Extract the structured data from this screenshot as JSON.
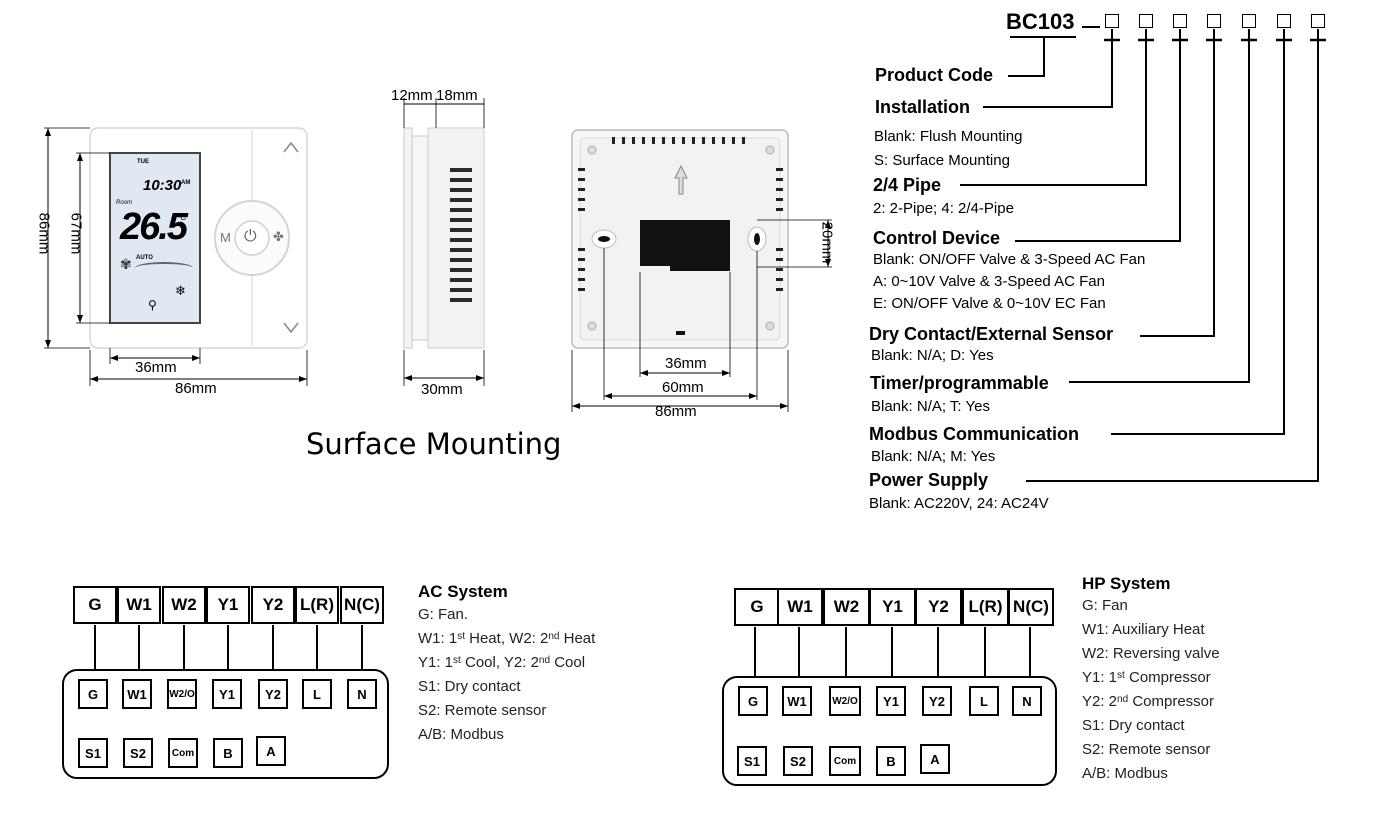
{
  "dimensions": {
    "front_height": "86mm",
    "front_screen_height": "67mm",
    "front_screen_width": "36mm",
    "front_width": "86mm",
    "side_depth_a": "12mm",
    "side_depth_b": "18mm",
    "side_depth_total": "30mm",
    "back_hole_height": "20mm",
    "back_inner_width": "36mm",
    "back_hole_spacing": "60mm",
    "back_width": "86mm"
  },
  "caption": "Surface Mounting",
  "display": {
    "day": "TUE",
    "time": "10:30",
    "ampm": "AM",
    "room_label": "Room",
    "temperature": "26.5",
    "unit": "°C",
    "mode": "AUTO",
    "btn_m": "M"
  },
  "model_code": "BC103",
  "code_sections": [
    {
      "title": "Product Code",
      "lines": []
    },
    {
      "title": "Installation",
      "lines": [
        "Blank: Flush Mounting",
        "S: Surface Mounting"
      ]
    },
    {
      "title": "2/4 Pipe",
      "lines": [
        "2: 2-Pipe; 4: 2/4-Pipe"
      ]
    },
    {
      "title": "Control Device",
      "lines": [
        "Blank: ON/OFF Valve & 3-Speed AC Fan",
        "A: 0~10V Valve & 3-Speed AC Fan",
        "E: ON/OFF Valve & 0~10V EC Fan"
      ]
    },
    {
      "title": "Dry Contact/External Sensor",
      "lines": [
        "Blank: N/A; D: Yes"
      ]
    },
    {
      "title": "Timer/programmable",
      "lines": [
        "Blank: N/A; T: Yes"
      ]
    },
    {
      "title": "Modbus Communication",
      "lines": [
        "Blank: N/A; M: Yes"
      ]
    },
    {
      "title": "Power Supply",
      "lines": [
        "Blank: AC220V, 24: AC24V"
      ]
    }
  ],
  "wiring_top_labels": [
    "G",
    "W1",
    "W2",
    "Y1",
    "Y2",
    "L(R)",
    "N(C)"
  ],
  "wiring_bottom_row1": [
    "G",
    "W1",
    "W2/O",
    "Y1",
    "Y2",
    "L",
    "N"
  ],
  "wiring_bottom_row2": [
    "S1",
    "S2",
    "Com",
    "B",
    "A"
  ],
  "ac_system": {
    "title": "AC System",
    "lines": [
      {
        "a": "G: Fan.",
        "s1": "",
        "b": "",
        "s2": "",
        "c": ""
      },
      {
        "a": "W1: 1",
        "s1": "st",
        "b": " Heat,  W2: 2",
        "s2": "nd",
        "c": " Heat"
      },
      {
        "a": "Y1: 1",
        "s1": "st",
        "b": " Cool,    Y2: 2",
        "s2": "nd",
        "c": " Cool"
      },
      {
        "a": "S1: Dry contact",
        "s1": "",
        "b": "",
        "s2": "",
        "c": ""
      },
      {
        "a": "S2: Remote sensor",
        "s1": "",
        "b": "",
        "s2": "",
        "c": ""
      },
      {
        "a": "A/B: Modbus",
        "s1": "",
        "b": "",
        "s2": "",
        "c": ""
      }
    ]
  },
  "hp_system": {
    "title": "HP System",
    "lines": [
      {
        "a": "G: Fan",
        "s1": "",
        "b": ""
      },
      {
        "a": "W1: Auxiliary Heat",
        "s1": "",
        "b": ""
      },
      {
        "a": "W2: Reversing valve",
        "s1": "",
        "b": ""
      },
      {
        "a": "Y1: 1",
        "s1": "st",
        "b": " Compressor"
      },
      {
        "a": "Y2: 2",
        "s1": "nd",
        "b": " Compressor"
      },
      {
        "a": "S1: Dry contact",
        "s1": "",
        "b": ""
      },
      {
        "a": "S2: Remote sensor",
        "s1": "",
        "b": ""
      },
      {
        "a": "A/B: Modbus",
        "s1": "",
        "b": ""
      }
    ]
  }
}
